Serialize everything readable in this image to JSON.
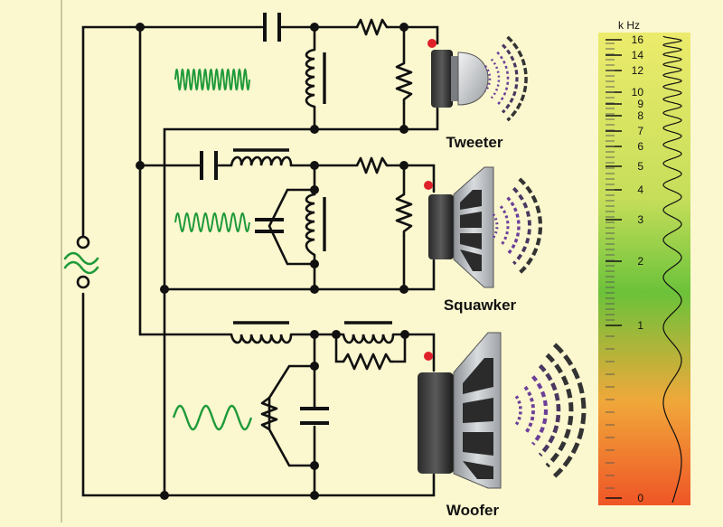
{
  "colors": {
    "background": "#fbf7cf",
    "wire": "#111111",
    "signal_wave": "#1f9a3a",
    "sound_waves": "#6b3f98",
    "terminal_dot": "#e0202a",
    "scale_top": "#e8ea6a",
    "scale_mid": "#6cc23a",
    "scale_bottom": "#f05a28"
  },
  "speakers": {
    "tweeter": {
      "label": "Tweeter"
    },
    "squawker": {
      "label": "Squawker"
    },
    "woofer": {
      "label": "Woofer"
    }
  },
  "frequency_scale": {
    "unit": "k Hz",
    "scale": "log",
    "tick_labels": [
      {
        "value": 16,
        "text": "16"
      },
      {
        "value": 14,
        "text": "14"
      },
      {
        "value": 12,
        "text": "12"
      },
      {
        "value": 10,
        "text": "10"
      },
      {
        "value": 9,
        "text": "9"
      },
      {
        "value": 8,
        "text": "8"
      },
      {
        "value": 7,
        "text": "7"
      },
      {
        "value": 6,
        "text": "6"
      },
      {
        "value": 5,
        "text": "5"
      },
      {
        "value": 4,
        "text": "4"
      },
      {
        "value": 3,
        "text": "3"
      },
      {
        "value": 2,
        "text": "2"
      },
      {
        "value": 1,
        "text": "1"
      },
      {
        "value": 0,
        "text": "0"
      }
    ]
  }
}
